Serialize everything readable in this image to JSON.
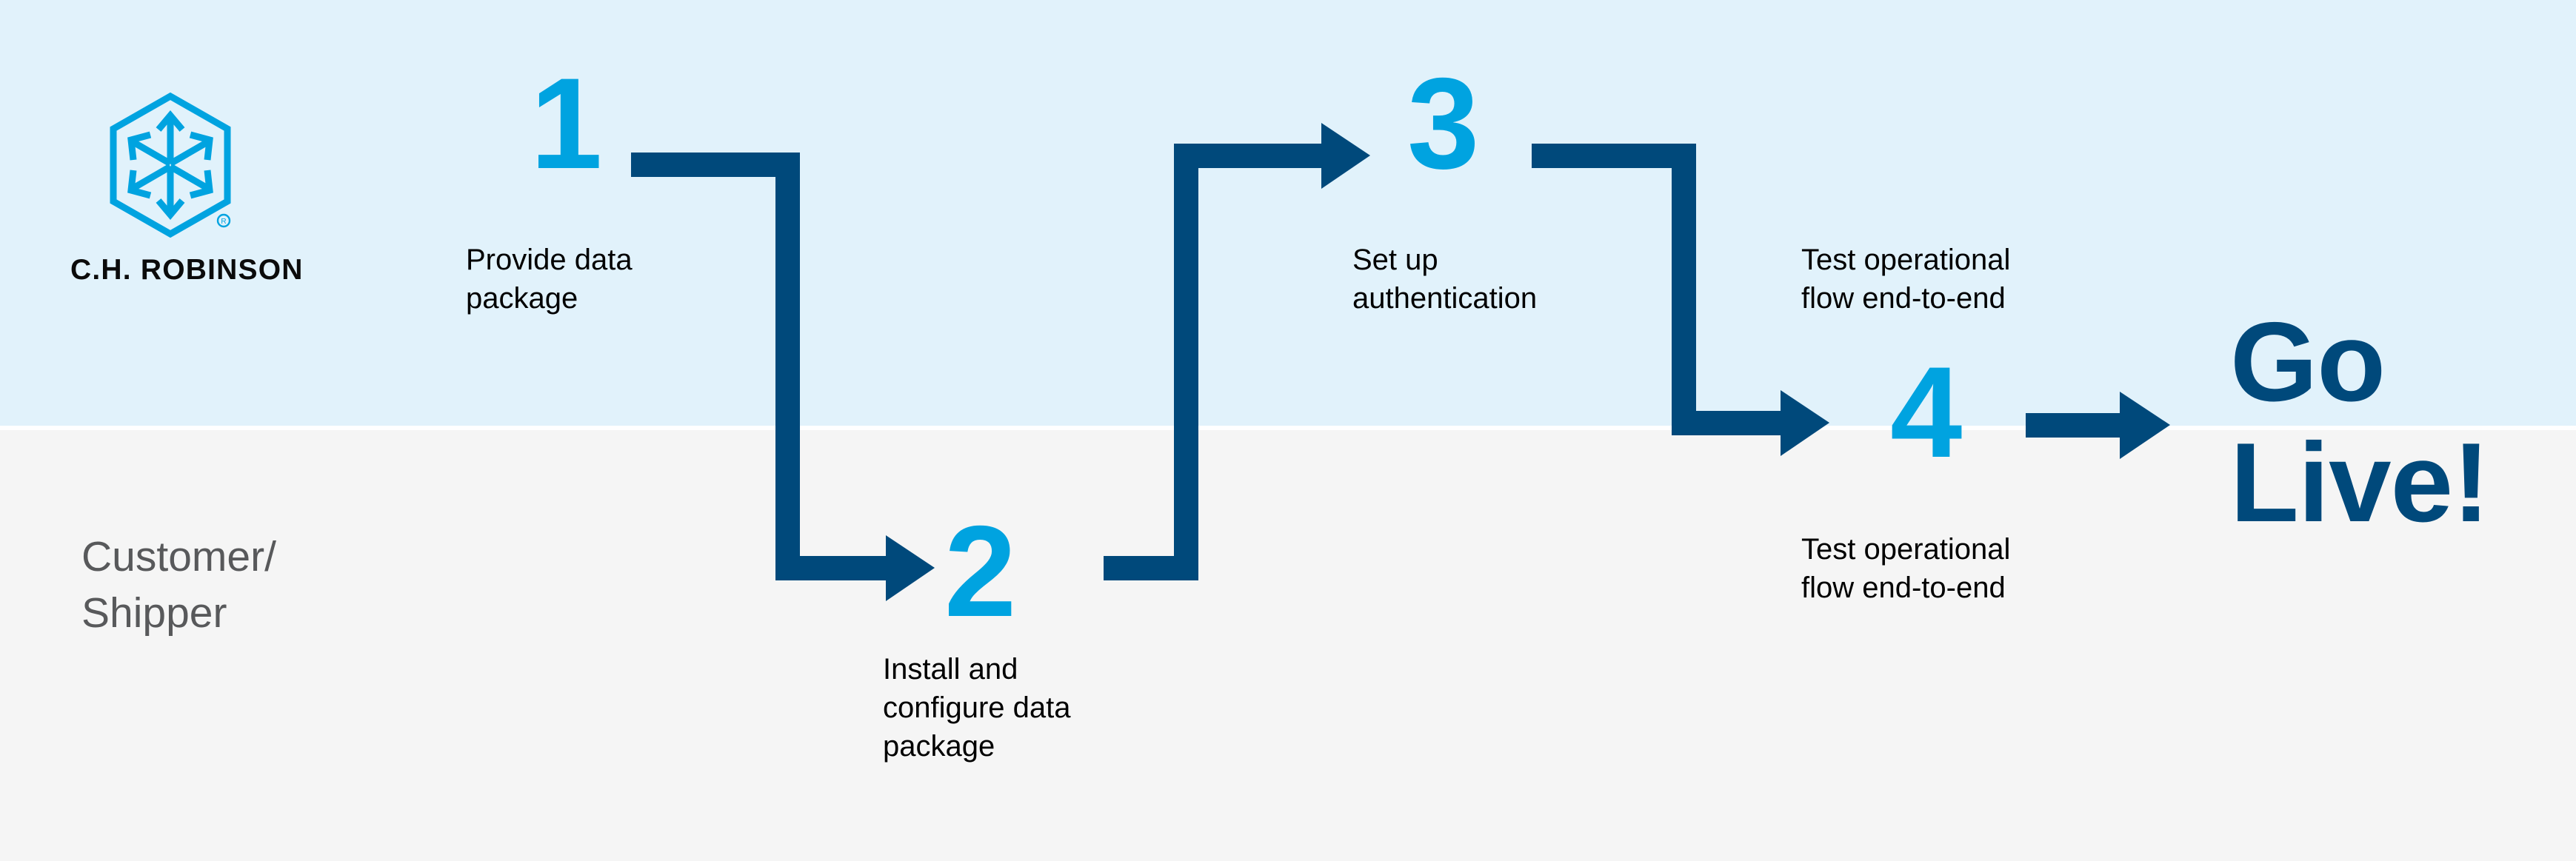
{
  "colors": {
    "band_top": "#e1f2fb",
    "band_bottom": "#f5f5f5",
    "accent_cyan": "#00a3e0",
    "navy": "#00497b",
    "caption_text": "#000000",
    "lane_text": "#58595b"
  },
  "brand": {
    "logo_icon": "hexagon-cube-arrows-icon",
    "wordmark": "C.H. ROBINSON",
    "registered_mark": "®"
  },
  "lane": {
    "label": "Customer/\nShipper"
  },
  "steps": [
    {
      "number": "1",
      "caption": "Provide data\npackage"
    },
    {
      "number": "2",
      "caption": "Install and\nconfigure data\npackage"
    },
    {
      "number": "3",
      "caption": "Set up\nauthentication"
    },
    {
      "number": "4",
      "caption_above": "Test operational\nflow end-to-end",
      "caption_below": "Test operational\nflow end-to-end"
    }
  ],
  "outcome": {
    "label": "Go\nLive!"
  },
  "connectors": [
    {
      "name": "step1-to-step2",
      "shape": "right-down-right-arrow"
    },
    {
      "name": "step2-to-step3",
      "shape": "right-up-right-arrow"
    },
    {
      "name": "step3-to-step4",
      "shape": "right-down-right-arrow"
    },
    {
      "name": "step4-to-golive",
      "shape": "right-arrow"
    }
  ]
}
